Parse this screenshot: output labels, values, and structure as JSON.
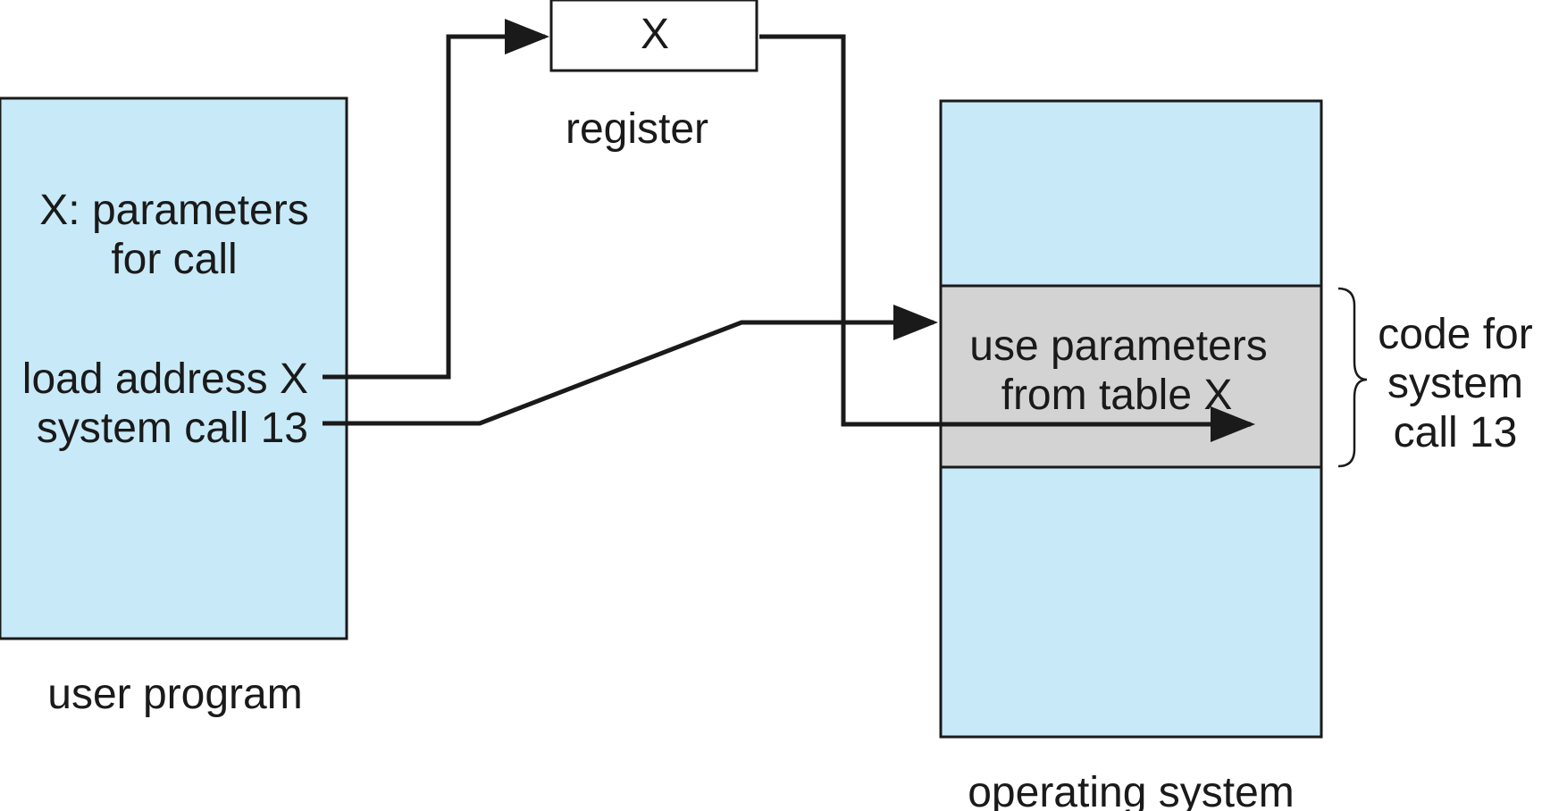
{
  "register": {
    "value": "X",
    "caption": "register"
  },
  "user_program": {
    "caption": "user program",
    "params_line1": "X: parameters",
    "params_line2": "for call",
    "load_line": "load address X",
    "syscall_line": "system call 13"
  },
  "operating_system": {
    "caption": "operating system",
    "code_line1": "use parameters",
    "code_line2": "from table X"
  },
  "brace_label": {
    "line1": "code for",
    "line2": "system",
    "line3": "call 13"
  },
  "colors": {
    "memory_fill": "#c8eaf8",
    "code_block_fill": "#d3d3d3",
    "line_color": "#1a1a1a"
  }
}
